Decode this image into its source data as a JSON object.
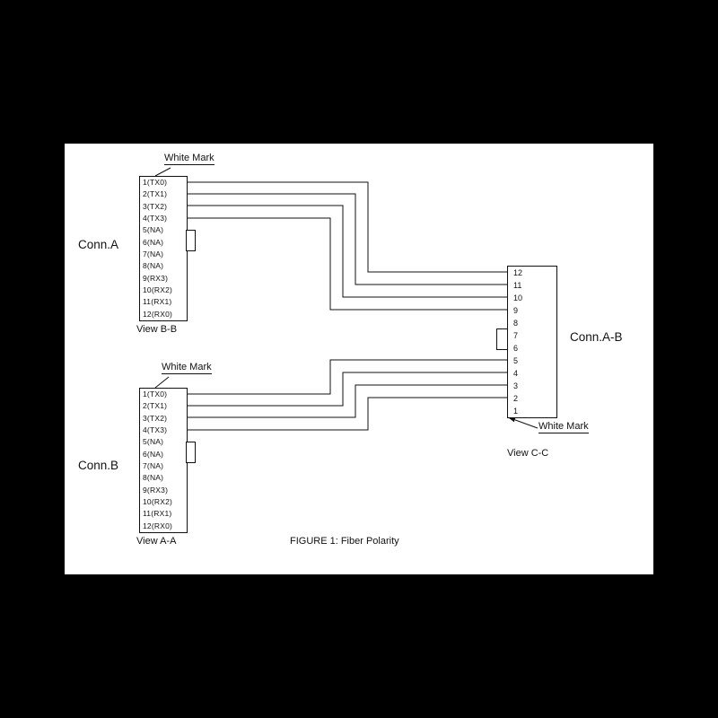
{
  "figure": {
    "caption": "FIGURE 1: Fiber Polarity"
  },
  "colors": {
    "background": "#000000",
    "paper": "#ffffff",
    "ink": "#111111"
  },
  "connectors": {
    "conn_a": {
      "label": "Conn.A",
      "view": "View B-B",
      "white_mark": "White Mark",
      "pins": [
        "1(TX0)",
        "2(TX1)",
        "3(TX2)",
        "4(TX3)",
        "5(NA)",
        "6(NA)",
        "7(NA)",
        "8(NA)",
        "9(RX3)",
        "10(RX2)",
        "11(RX1)",
        "12(RX0)"
      ]
    },
    "conn_b": {
      "label": "Conn.B",
      "view": "View A-A",
      "white_mark": "White Mark",
      "pins": [
        "1(TX0)",
        "2(TX1)",
        "3(TX2)",
        "4(TX3)",
        "5(NA)",
        "6(NA)",
        "7(NA)",
        "8(NA)",
        "9(RX3)",
        "10(RX2)",
        "11(RX1)",
        "12(RX0)"
      ]
    },
    "conn_ab": {
      "label": "Conn.A-B",
      "view": "View C-C",
      "white_mark": "White Mark",
      "pins": [
        "12",
        "11",
        "10",
        "9",
        "8",
        "7",
        "6",
        "5",
        "4",
        "3",
        "2",
        "1"
      ]
    }
  },
  "connections": [
    {
      "from": "Conn.A pin 1 (TX0)",
      "to": "Conn.A-B pin 12"
    },
    {
      "from": "Conn.A pin 2 (TX1)",
      "to": "Conn.A-B pin 11"
    },
    {
      "from": "Conn.A pin 3 (TX2)",
      "to": "Conn.A-B pin 10"
    },
    {
      "from": "Conn.A pin 4 (TX3)",
      "to": "Conn.A-B pin 9"
    },
    {
      "from": "Conn.B pin 1 (TX0)",
      "to": "Conn.A-B pin 5"
    },
    {
      "from": "Conn.B pin 2 (TX1)",
      "to": "Conn.A-B pin 4"
    },
    {
      "from": "Conn.B pin 3 (TX2)",
      "to": "Conn.A-B pin 3"
    },
    {
      "from": "Conn.B pin 4 (TX3)",
      "to": "Conn.A-B pin 2"
    }
  ]
}
